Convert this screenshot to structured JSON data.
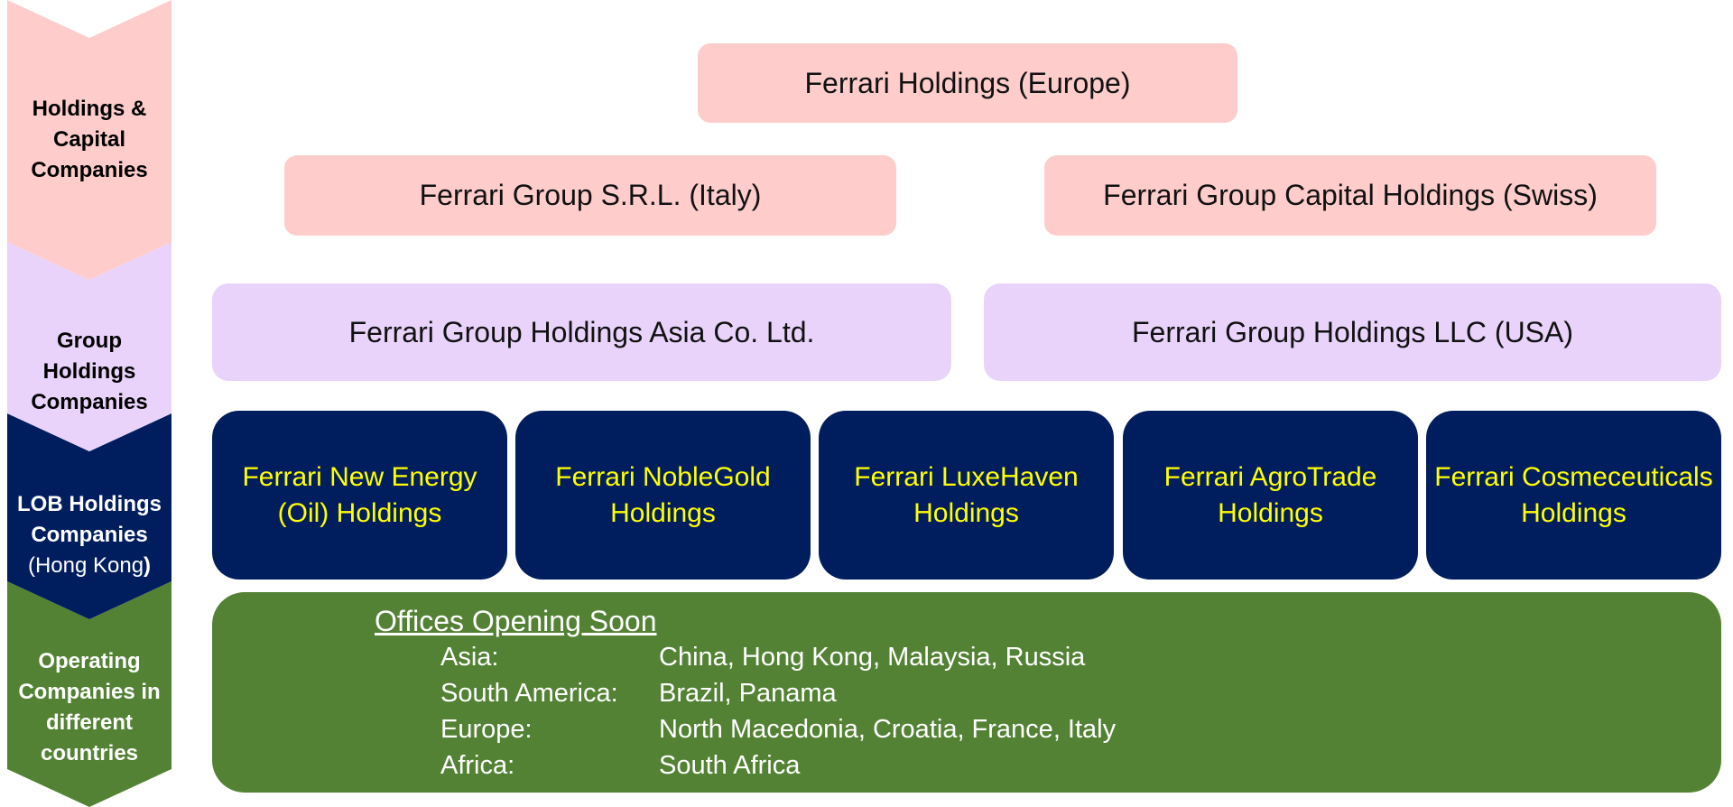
{
  "levels": {
    "holdings": {
      "label": "Holdings & Capital Companies"
    },
    "group": {
      "label": "Group Holdings Companies"
    },
    "lob": {
      "label": "LOB Holdings Companies",
      "sub": "(Hong Kong",
      "paren": ")"
    },
    "operating": {
      "label": "Operating Companies in different countries"
    }
  },
  "top": {
    "label": "Ferrari Holdings (Europe)"
  },
  "second_row": [
    {
      "label": "Ferrari Group S.R.L. (Italy)"
    },
    {
      "label": "Ferrari Group Capital Holdings (Swiss)"
    }
  ],
  "group_row": [
    {
      "label": "Ferrari Group Holdings Asia Co. Ltd."
    },
    {
      "label": "Ferrari Group Holdings LLC (USA)"
    }
  ],
  "lob_row": [
    {
      "line1": "Ferrari New Energy",
      "line2": "(Oil) Holdings"
    },
    {
      "line1": "Ferrari NobleGold",
      "line2": "Holdings"
    },
    {
      "line1": "Ferrari LuxeHaven",
      "line2": "Holdings"
    },
    {
      "line1": "Ferrari AgroTrade",
      "line2": "Holdings"
    },
    {
      "line1": "Ferrari Cosmeceuticals",
      "line2": "Holdings"
    }
  ],
  "offices": {
    "title": "Offices Opening Soon",
    "rows": [
      {
        "region": "Asia:",
        "countries": "China, Hong Kong, Malaysia, Russia"
      },
      {
        "region": "South America:",
        "countries": "Brazil, Panama"
      },
      {
        "region": "Europe:",
        "countries": "North Macedonia, Croatia, France, Italy"
      },
      {
        "region": "Africa:",
        "countries": "South Africa"
      }
    ]
  },
  "colors": {
    "holdings": "#ffcccc",
    "group": "#e9d3fb",
    "lob": "#001e5e",
    "lob_text": "#ffff00",
    "operating": "#548235"
  }
}
